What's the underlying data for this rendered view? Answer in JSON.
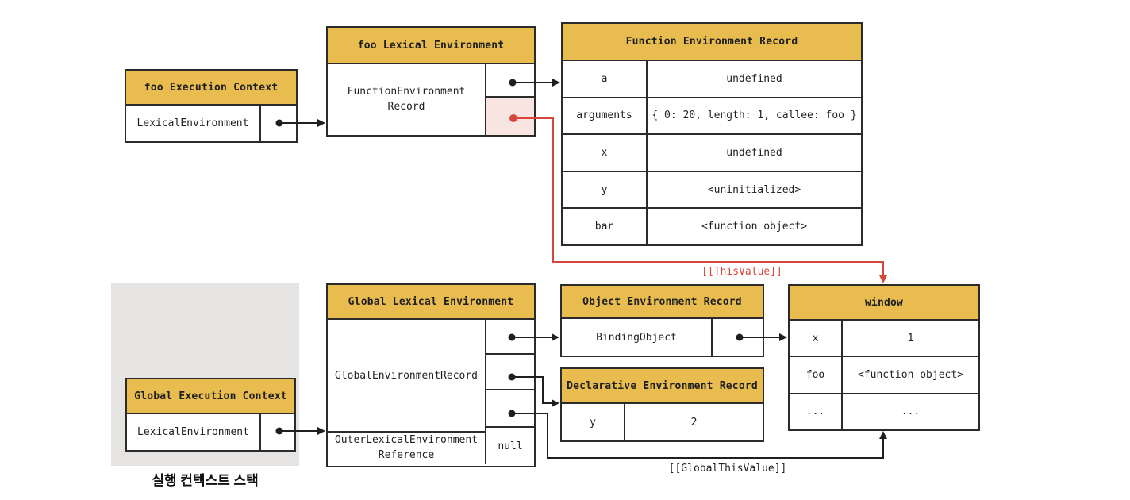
{
  "labels": {
    "this_value": "[[ThisValue]]",
    "global_this_value": "[[GlobalThisValue]]",
    "stack_caption": "실행 컨텍스트 스택"
  },
  "foo_execution_context": {
    "title": "foo Execution Context",
    "slot": "LexicalEnvironment"
  },
  "foo_lexical_environment": {
    "title": "foo Lexical Environment",
    "record": "FunctionEnvironment\nRecord"
  },
  "function_environment_record": {
    "title": "Function Environment Record",
    "rows": [
      {
        "key": "a",
        "value": "undefined"
      },
      {
        "key": "arguments",
        "value": "{ 0: 20, length: 1, callee: foo }"
      },
      {
        "key": "x",
        "value": "undefined"
      },
      {
        "key": "y",
        "value": "<uninitialized>"
      },
      {
        "key": "bar",
        "value": "<function object>"
      }
    ]
  },
  "global_execution_context": {
    "title": "Global Execution Context",
    "slot": "LexicalEnvironment"
  },
  "global_lexical_environment": {
    "title": "Global Lexical Environment",
    "record": "GlobalEnvironmentRecord",
    "outer_ref": "OuterLexicalEnvironment\nReference",
    "outer_value": "null"
  },
  "object_environment_record": {
    "title": "Object Environment Record",
    "binding": "BindingObject"
  },
  "declarative_environment_record": {
    "title": "Declarative Environment Record",
    "rows": [
      {
        "key": "y",
        "value": "2"
      }
    ]
  },
  "window_object": {
    "title": "window",
    "rows": [
      {
        "key": "x",
        "value": "1"
      },
      {
        "key": "foo",
        "value": "<function object>"
      },
      {
        "key": "...",
        "value": "..."
      }
    ]
  },
  "colors": {
    "header_gold": "#E8BC4F",
    "this_cell_pink": "#F8E4E1",
    "red_accent": "#D6463A",
    "stack_gray": "#E5E4E2"
  }
}
